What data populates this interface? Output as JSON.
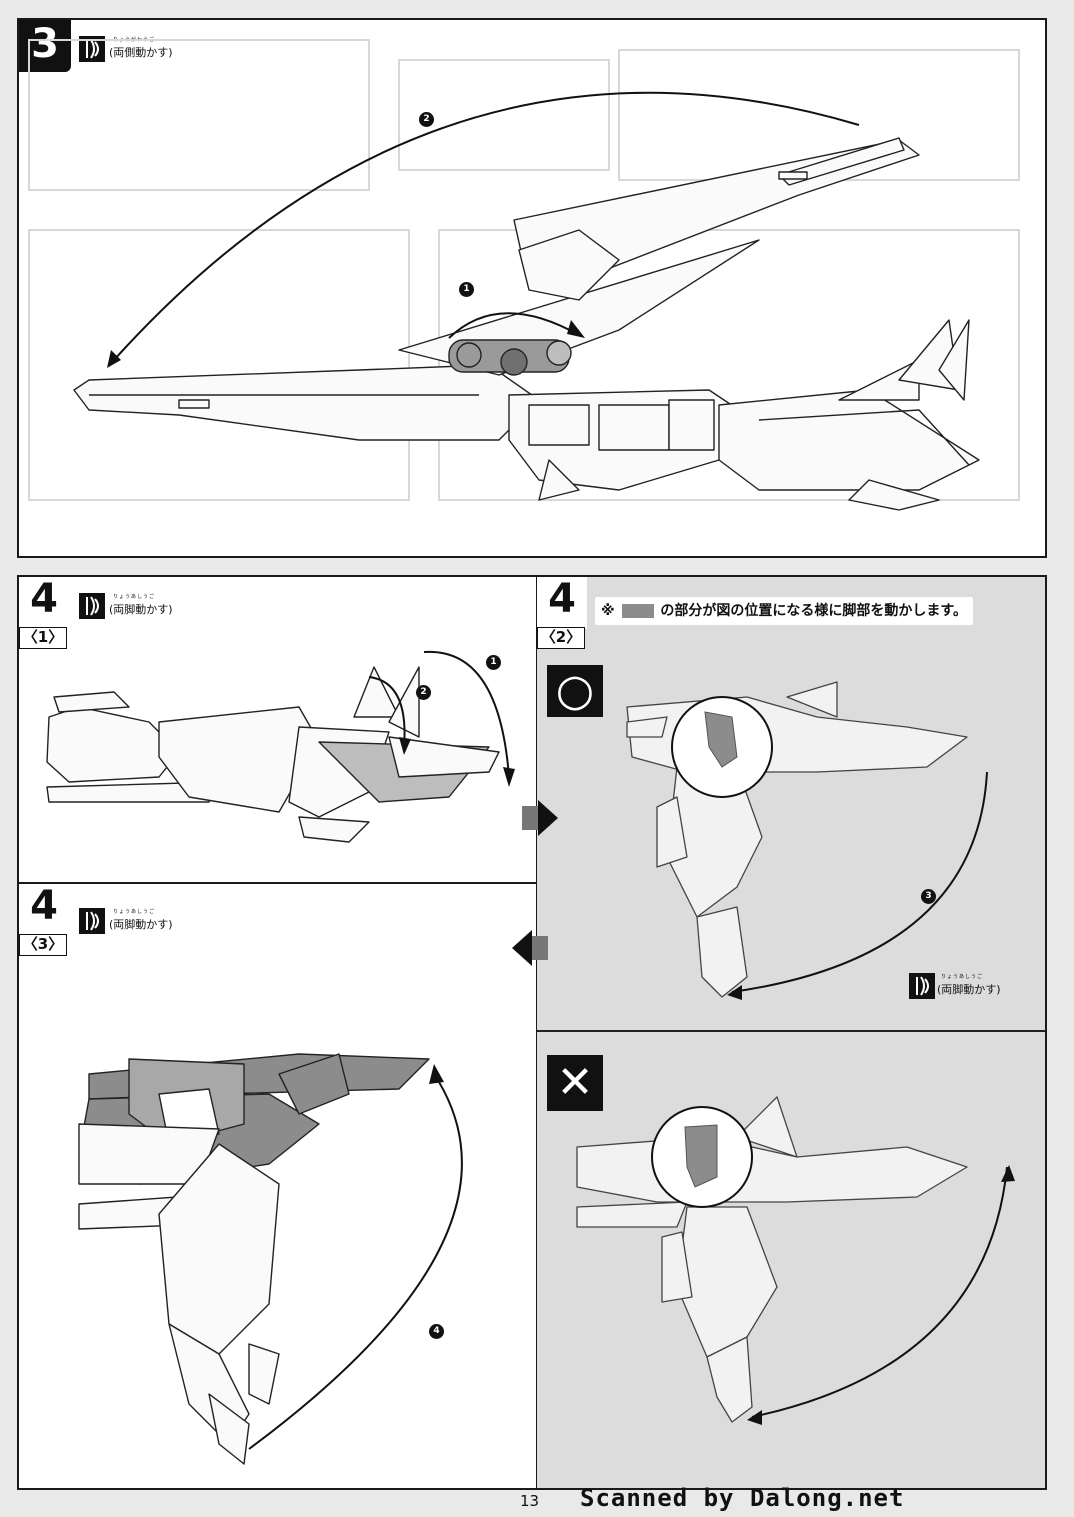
{
  "step3": {
    "number": "3",
    "move_label": "(両側動かす)",
    "move_ruby": "りょうがわうご",
    "callouts": [
      "1",
      "2"
    ]
  },
  "step4_1": {
    "number": "4",
    "sub": "〈1〉",
    "move_label": "(両脚動かす)",
    "move_ruby": "りょうあしうご",
    "callouts": [
      "1",
      "2"
    ]
  },
  "step4_2": {
    "number": "4",
    "sub": "〈2〉",
    "note_prefix": "※",
    "note": "の部分が図の位置になる様に脚部を動かします。",
    "correct_mark": "○",
    "wrong_mark": "✕",
    "callouts": [
      "3"
    ],
    "move_label": "(両脚動かす)",
    "move_ruby": "りょうあしうご"
  },
  "step4_3": {
    "number": "4",
    "sub": "〈3〉",
    "move_label": "(両脚動かす)",
    "move_ruby": "りょうあしうご",
    "callouts": [
      "4"
    ]
  },
  "footer": {
    "page_number": "13",
    "credit": "Scanned by Dalong.net"
  },
  "colors": {
    "ink": "#111111",
    "panel_bg": "#ffffff",
    "shaded_bg": "#dcdcdc",
    "highlight_gray": "#8c8c8c"
  }
}
